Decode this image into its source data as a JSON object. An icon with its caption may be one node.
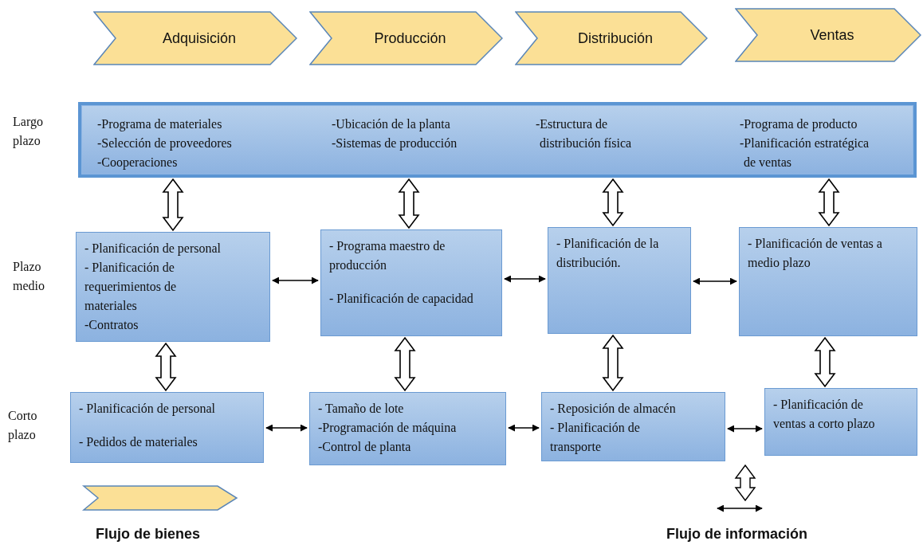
{
  "diagram": {
    "nodes": [
      {
        "text": [
          "Adquisición"
        ]
      },
      {
        "text": [
          "Producción"
        ]
      },
      {
        "text": [
          "Distribución"
        ]
      },
      {
        "text": [
          "Ventas"
        ]
      },
      {
        "text": [
          "-Programa de materiales",
          "-Selección de proveedores",
          "-Cooperaciones",
          "-Ubicación de la planta",
          "-Sistemas de producción",
          "-Estructura de distribución física",
          "-Programa de producto",
          "-Planificación estratégica de ventas"
        ]
      },
      {
        "text": [
          "- Planificación de personal",
          "- Planificación de requerimientos de materiales",
          "-Contratos"
        ]
      },
      {
        "text": [
          "- Programa maestro de producción",
          "- Planificación de capacidad"
        ]
      },
      {
        "text": [
          "- Planificación de la distribución."
        ]
      },
      {
        "text": [
          "- Planificación de ventas a medio plazo"
        ]
      },
      {
        "text": [
          "- Planificación de personal",
          "- Pedidos de materiales"
        ]
      },
      {
        "text": [
          "- Tamaño de lote",
          "-Programación de máquina",
          "-Control de planta"
        ]
      },
      {
        "text": [
          "- Reposición de almacén",
          "- Planificación de transporte"
        ]
      },
      {
        "text": [
          "- Planificación de ventas a corto plazo"
        ]
      }
    ],
    "edges": [
      {
        "from": 4,
        "to": 5,
        "arrow": "both",
        "style": "thick"
      },
      {
        "from": 4,
        "to": 6,
        "arrow": "both",
        "style": "thick"
      },
      {
        "from": 4,
        "to": 7,
        "arrow": "both",
        "style": "thick"
      },
      {
        "from": 4,
        "to": 8,
        "arrow": "both",
        "style": "thick"
      },
      {
        "from": 5,
        "to": 6,
        "arrow": "both"
      },
      {
        "from": 6,
        "to": 7,
        "arrow": "both"
      },
      {
        "from": 7,
        "to": 8,
        "arrow": "both"
      },
      {
        "from": 5,
        "to": 9,
        "arrow": "both",
        "style": "thick"
      },
      {
        "from": 6,
        "to": 10,
        "arrow": "both",
        "style": "thick"
      },
      {
        "from": 7,
        "to": 11,
        "arrow": "both",
        "style": "thick"
      },
      {
        "from": 8,
        "to": 12,
        "arrow": "both",
        "style": "thick"
      },
      {
        "from": 9,
        "to": 10,
        "arrow": "both"
      },
      {
        "from": 10,
        "to": 11,
        "arrow": "both"
      },
      {
        "from": 11,
        "to": 12,
        "arrow": "both"
      }
    ],
    "labels": [
      "Largo plazo",
      "Plazo medio",
      "Corto plazo"
    ],
    "legend": [
      {
        "text": "Flujo de bienes"
      },
      {
        "text": "Flujo de información"
      }
    ]
  }
}
